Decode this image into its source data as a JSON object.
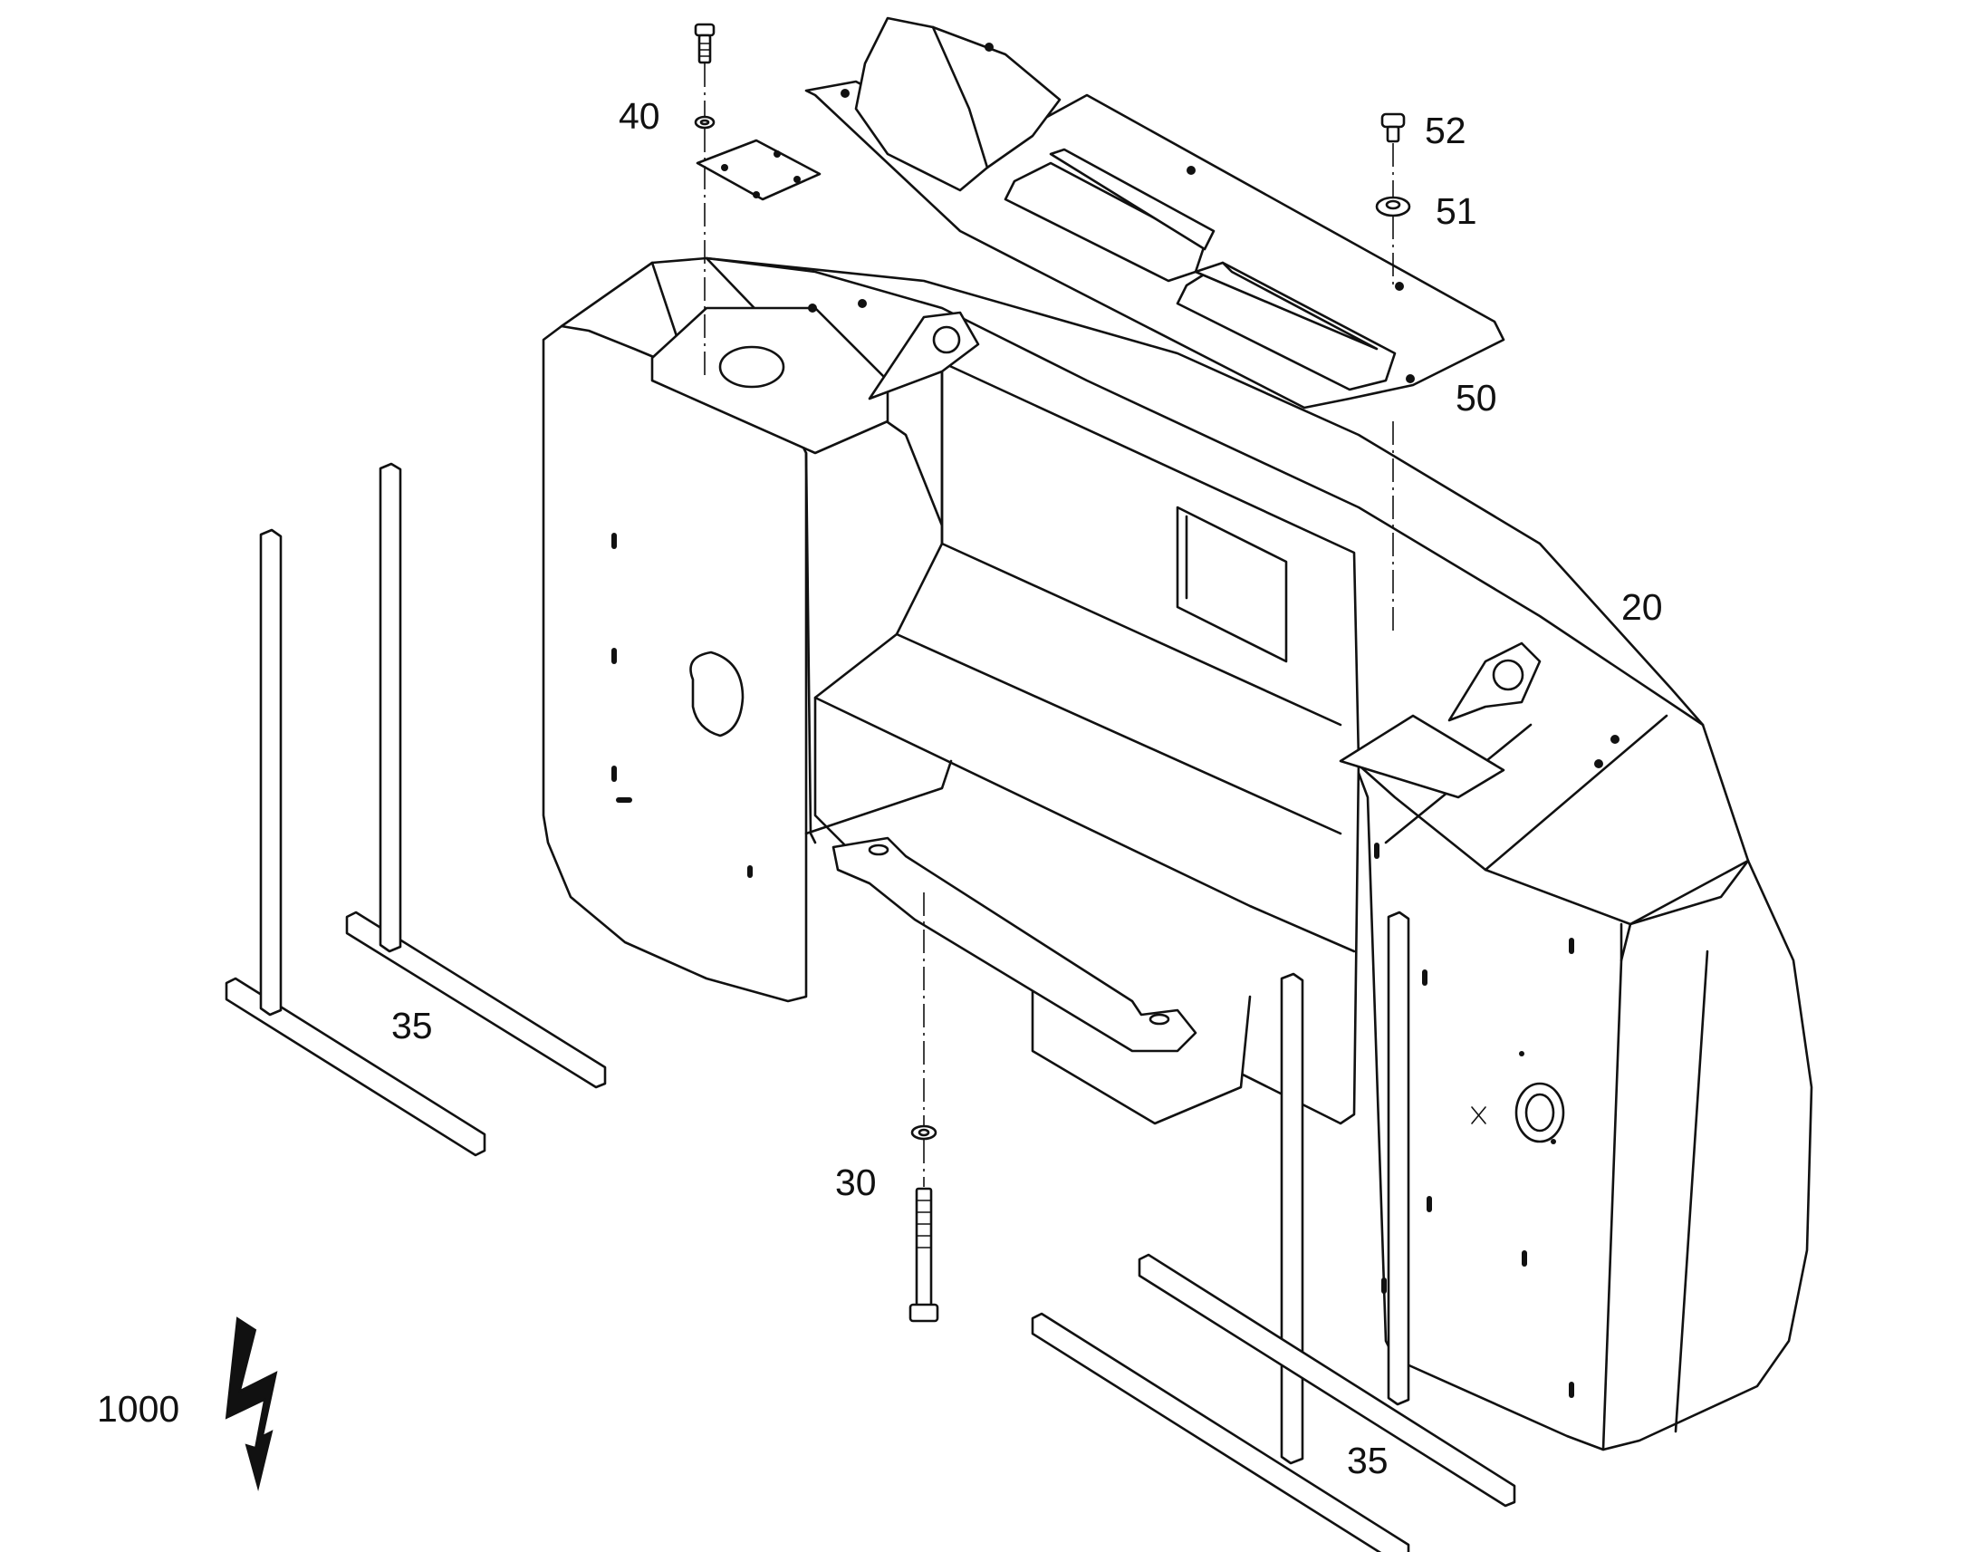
{
  "figure": {
    "type": "exploded-parts-diagram",
    "line_color": "#111111",
    "background": "#ffffff"
  },
  "callouts": {
    "p20": "20",
    "p30": "30",
    "p35_left": "35",
    "p35_right": "35",
    "p40": "40",
    "p50": "50",
    "p51": "51",
    "p52": "52",
    "p1000": "1000"
  },
  "symbols": {
    "high_voltage": "lightning-bolt-icon"
  }
}
